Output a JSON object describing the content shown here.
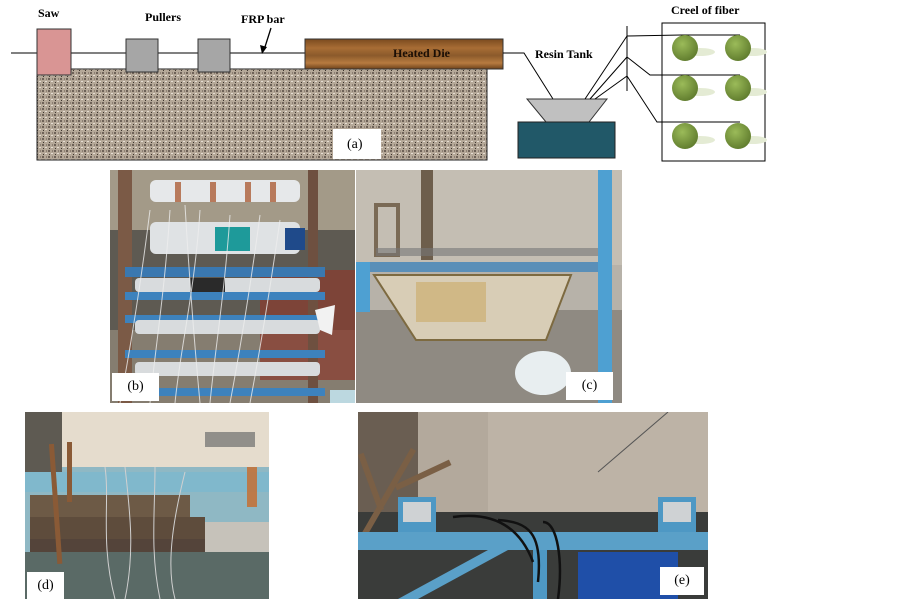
{
  "diagram": {
    "labels": {
      "saw": "Saw",
      "pullers": "Pullers",
      "frp_bar": "FRP bar",
      "heated_die": "Heated Die",
      "resin_tank": "Resin Tank",
      "creel": "Creel of fiber"
    },
    "panel_a": "(a)",
    "colors": {
      "saw": "#d99594",
      "puller": "#a6a6a6",
      "die": "#8b5a2b",
      "base": "#b8aa9c",
      "tank": "#215868",
      "funnel": "#c0c0c0",
      "spool": "#77933c"
    }
  },
  "photos": [
    {
      "tag": "(b)",
      "subject": "fiber creel spools"
    },
    {
      "tag": "(c)",
      "subject": "resin tank"
    },
    {
      "tag": "(d)",
      "subject": "heated die"
    },
    {
      "tag": "(e)",
      "subject": "pullers"
    }
  ]
}
